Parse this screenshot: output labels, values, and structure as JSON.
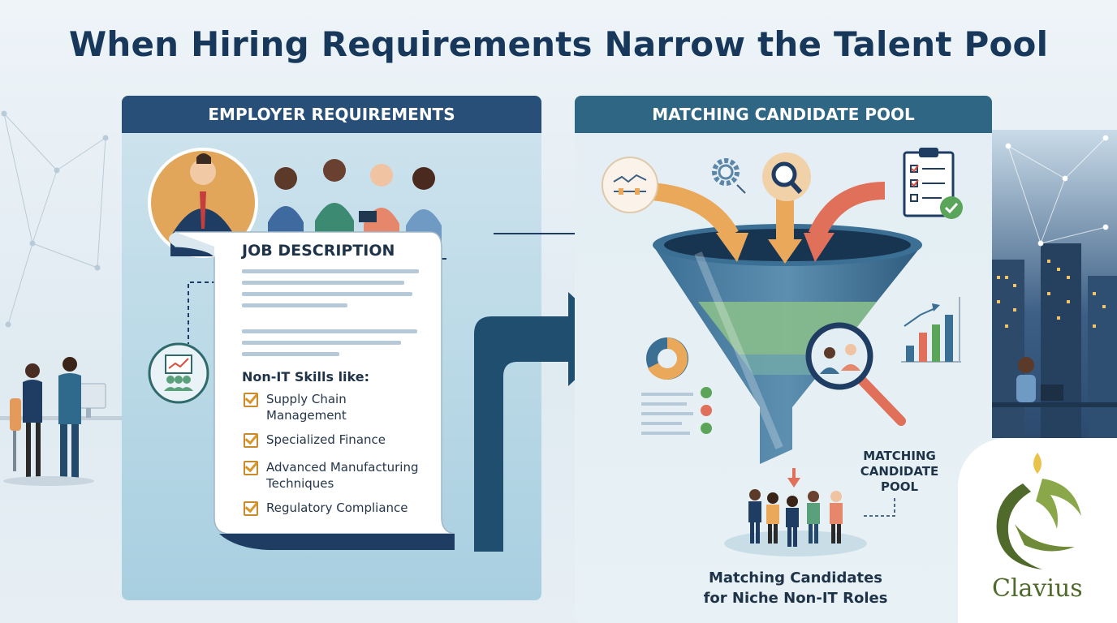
{
  "title": "When Hiring Requirements Narrow the Talent Pool",
  "left_panel": {
    "header": "EMPLOYER REQUIREMENTS",
    "job_description_title": "JOB DESCRIPTION",
    "skills_heading": "Non-IT Skills like:",
    "skills": [
      [
        "Supply Chain",
        "Management"
      ],
      [
        "Specialized Finance"
      ],
      [
        "Advanced Manufacturing",
        "Techniques"
      ],
      [
        "Regulatory Compliance"
      ]
    ]
  },
  "right_panel": {
    "header": "MATCHING CANDIDATE POOL",
    "pool_label": [
      "MATCHING",
      "CANDIDATE",
      "POOL"
    ],
    "caption": [
      "Matching Candidates",
      "for Niche Non-IT Roles"
    ]
  },
  "logo": {
    "text": "Clavius"
  },
  "colors": {
    "navy": "#284f78",
    "teal": "#2f6683",
    "orange_arrow": "#e9a85a",
    "red_arrow": "#e0705a",
    "funnel_green": "#7fb58a",
    "funnel_blue": "#3b6f94"
  }
}
